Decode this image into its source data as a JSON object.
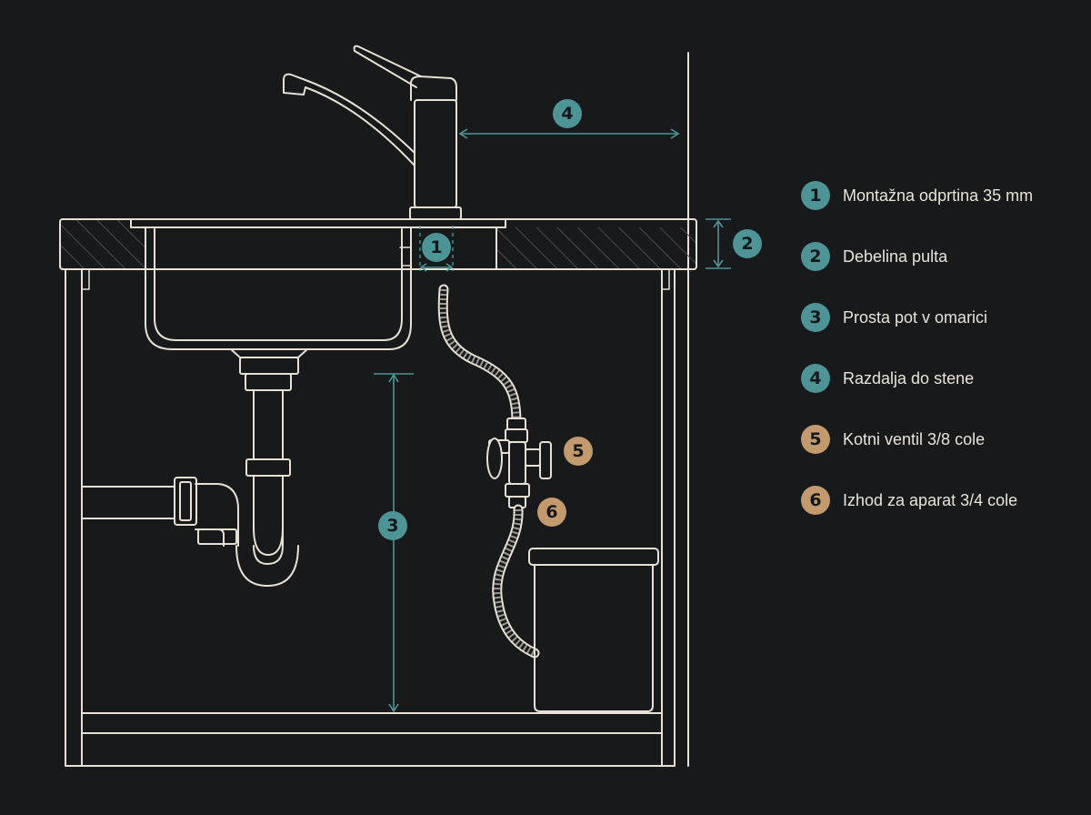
{
  "colors": {
    "background": "#17191b",
    "line": "#e6e1d4",
    "teal": "#4e9496",
    "tan": "#c29a6d"
  },
  "markers": [
    {
      "number": "1",
      "color": "teal"
    },
    {
      "number": "2",
      "color": "teal"
    },
    {
      "number": "3",
      "color": "teal"
    },
    {
      "number": "4",
      "color": "teal"
    },
    {
      "number": "5",
      "color": "tan"
    },
    {
      "number": "6",
      "color": "tan"
    }
  ],
  "legend": [
    {
      "number": "1",
      "color": "teal",
      "label": "Montažna odprtina 35 mm"
    },
    {
      "number": "2",
      "color": "teal",
      "label": "Debelina pulta"
    },
    {
      "number": "3",
      "color": "teal",
      "label": "Prosta pot v omarici"
    },
    {
      "number": "4",
      "color": "teal",
      "label": "Razdalja do stene"
    },
    {
      "number": "5",
      "color": "tan",
      "label": "Kotni ventil 3/8 cole"
    },
    {
      "number": "6",
      "color": "tan",
      "label": "Izhod za aparat 3/4 cole"
    }
  ]
}
